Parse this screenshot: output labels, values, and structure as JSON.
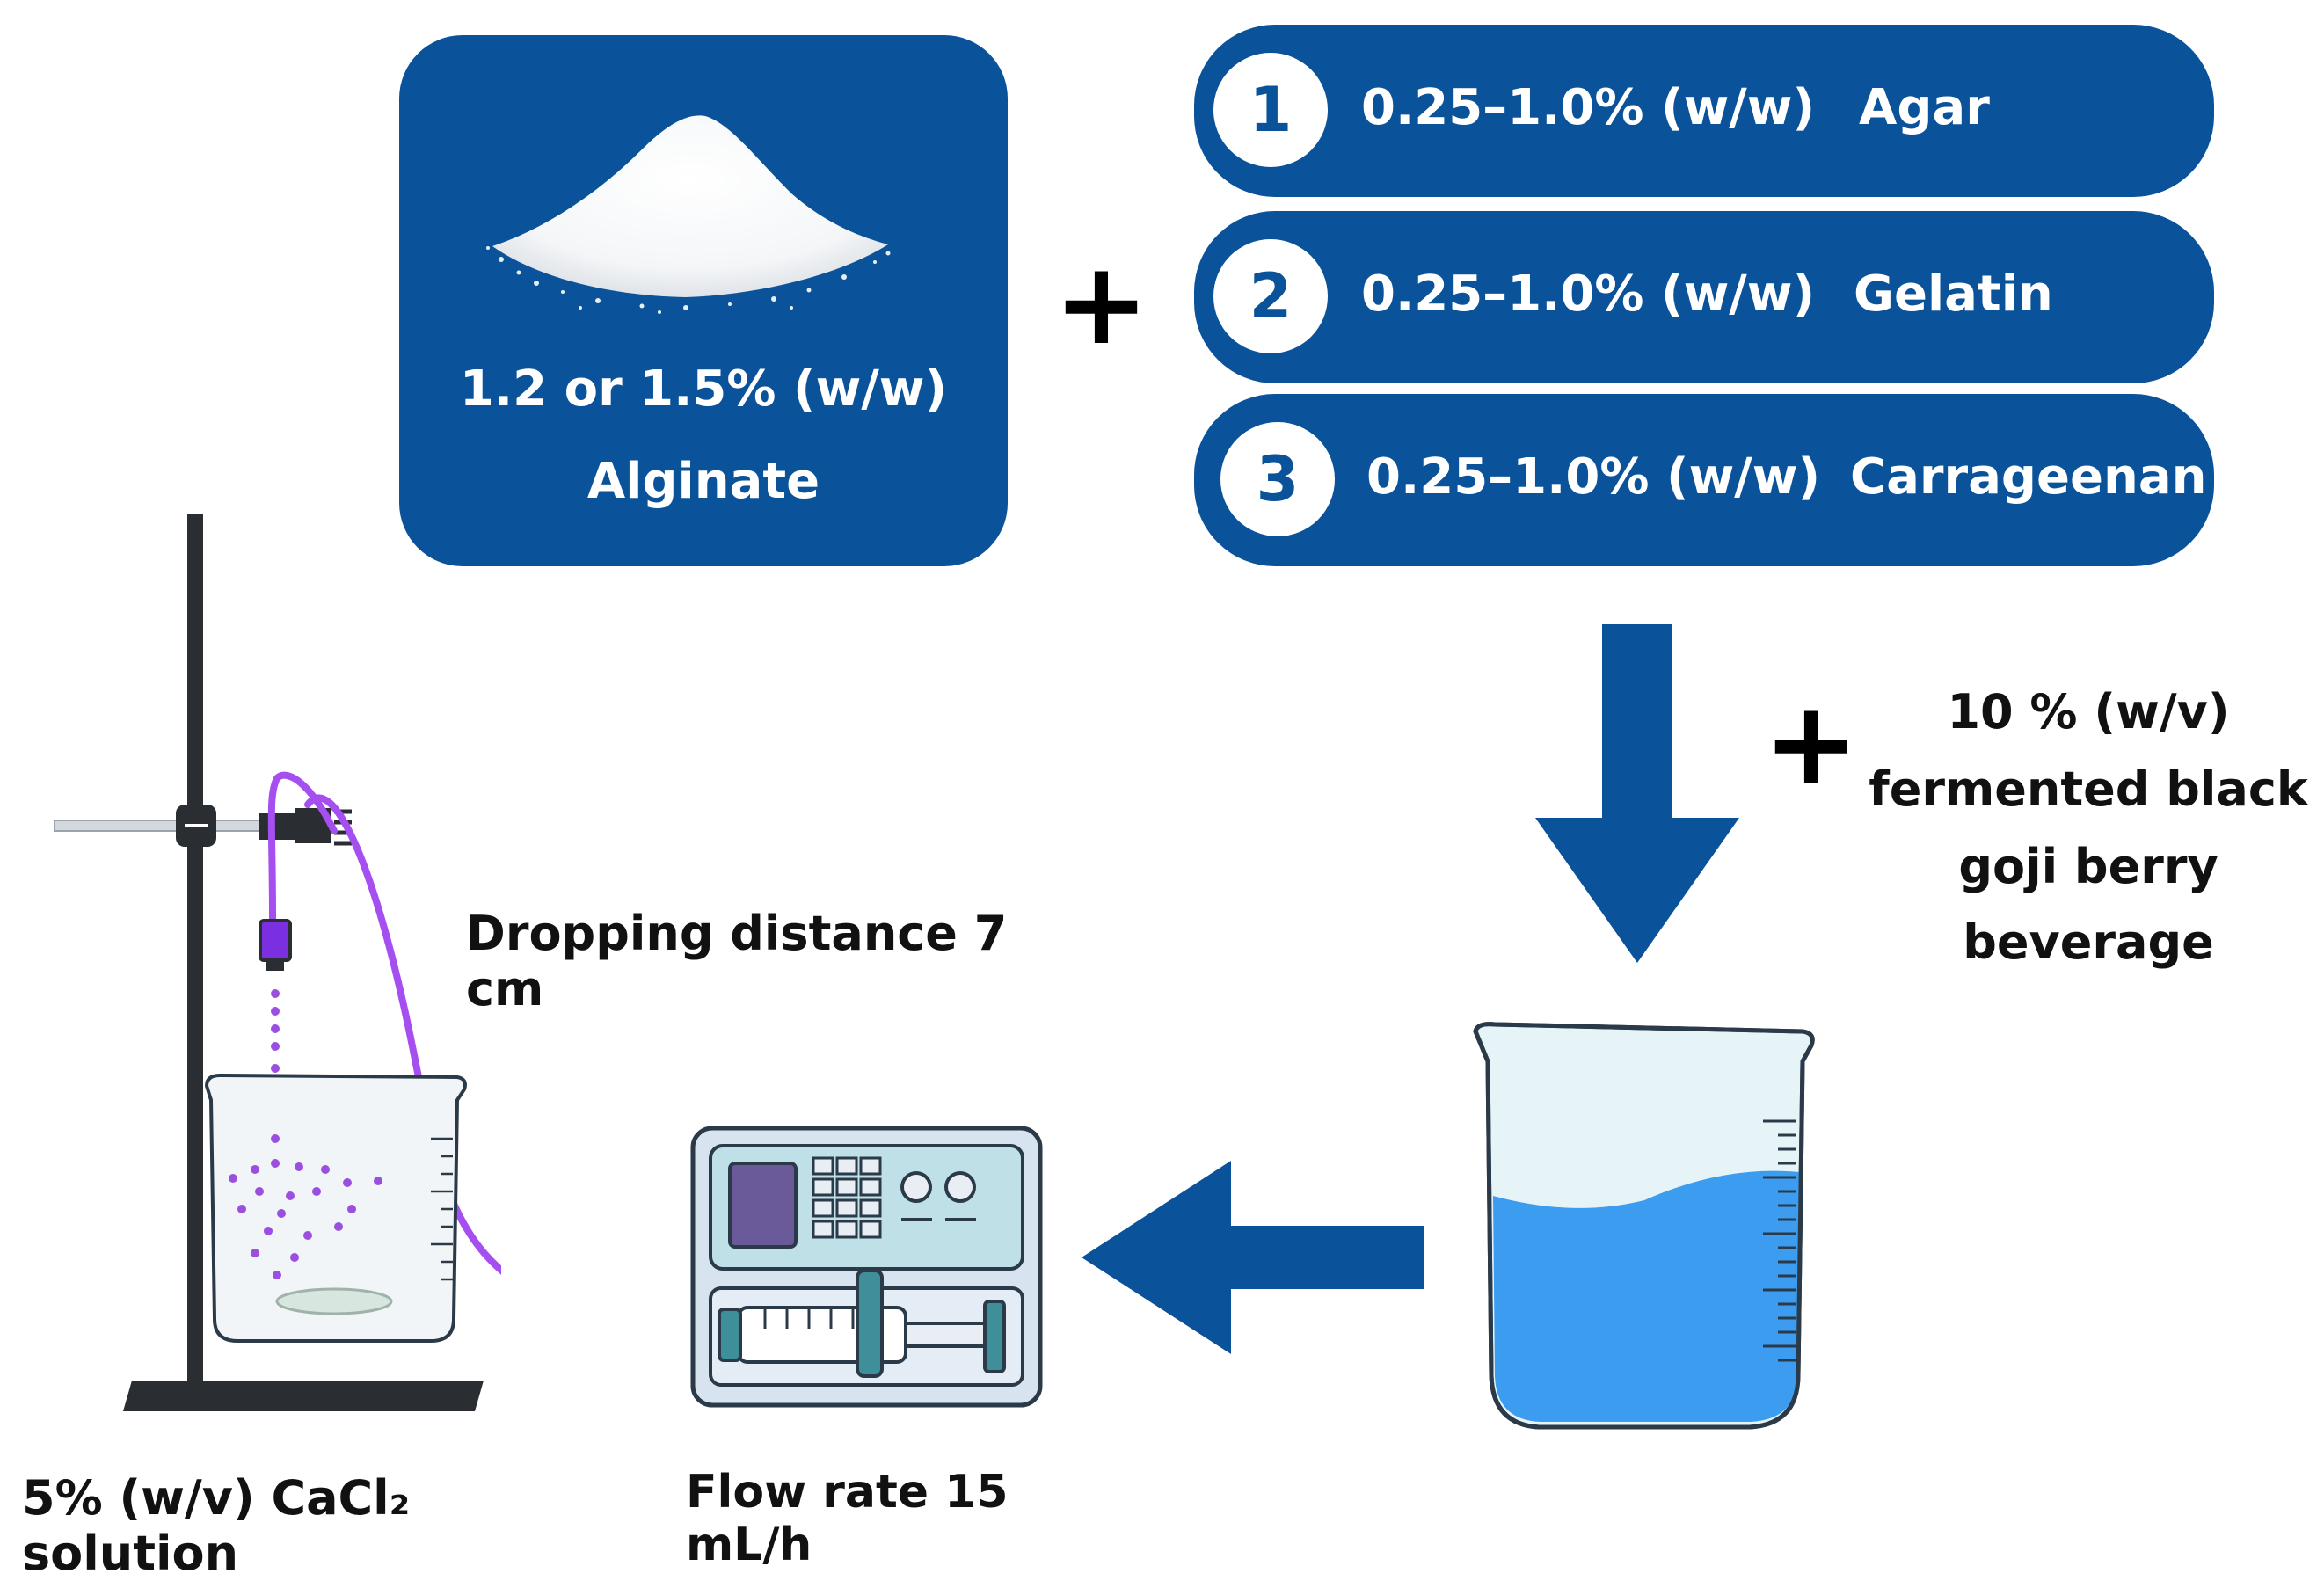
{
  "alginate": {
    "amount": "1.2 or 1.5% (w/w)",
    "name": "Alginate"
  },
  "plus_sign": "+",
  "options": [
    {
      "number": "1",
      "range": "0.25–1.0% (w/w)",
      "name": "Agar"
    },
    {
      "number": "2",
      "range": "0.25–1.0% (w/w)",
      "name": "Gelatin"
    },
    {
      "number": "3",
      "range": "0.25–1.0% (w/w)",
      "name": "Carrageenan"
    }
  ],
  "additive": {
    "line1": "10 % (w/v)",
    "line2": "fermented black",
    "line3": "goji berry",
    "line4": "beverage"
  },
  "labels": {
    "dropping_distance": "Dropping distance 7 cm",
    "flow_rate": "Flow rate 15 mL/h",
    "cacl2_solution": "5% (w/v) CaCl₂ solution"
  },
  "colors": {
    "panel_blue": "#0a5299",
    "liquid_blue": "#3b9cf0",
    "tube_purple": "#a64ff0",
    "bead_purple": "#9b4fe0",
    "pump_teal": "#3e8f9a"
  },
  "icons": [
    "powder-pile-icon",
    "beaker-icon",
    "syringe-pump-icon",
    "retort-stand-icon",
    "stir-beaker-icon"
  ]
}
